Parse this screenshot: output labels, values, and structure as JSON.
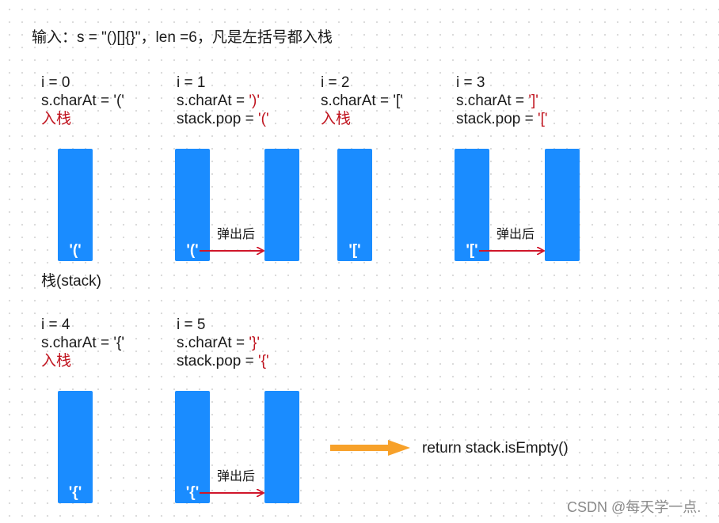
{
  "header": {
    "text": "输入：s = \"()[]{}\"，len =6，凡是左括号都入栈"
  },
  "steps": [
    {
      "i": "i = 0",
      "char": "s.charAt = '('",
      "action_label": "入栈",
      "stack_top": "'('"
    },
    {
      "i": "i = 1",
      "char_prefix": "s.charAt = ",
      "char_value": "')'",
      "pop_prefix": "stack.pop = ",
      "pop_value": "'('",
      "stack_top": "'('",
      "arrow_label": "弹出后"
    },
    {
      "i": "i = 2",
      "char": "s.charAt = '['",
      "action_label": "入栈",
      "stack_top": "'['"
    },
    {
      "i": "i = 3",
      "char_prefix": "s.charAt = ",
      "char_value": "']'",
      "pop_prefix": "stack.pop = ",
      "pop_value": "'['",
      "stack_top": "'['",
      "arrow_label": "弹出后"
    },
    {
      "i": "i = 4",
      "char": "s.charAt = '{'",
      "action_label": "入栈",
      "stack_top": "'{'"
    },
    {
      "i": "i = 5",
      "char_prefix": "s.charAt = ",
      "char_value": "'}'",
      "pop_prefix": "stack.pop = ",
      "pop_value": "'{'",
      "stack_top": "'{'",
      "arrow_label": "弹出后"
    }
  ],
  "stack_caption": "栈(stack)",
  "result": "return stack.isEmpty()",
  "watermark": "CSDN @每天学一点.",
  "colors": {
    "stack": "#1a8cff",
    "highlight": "#c0141f",
    "pop_arrow": "#d0162a",
    "result_arrow": "#f7a12a"
  }
}
